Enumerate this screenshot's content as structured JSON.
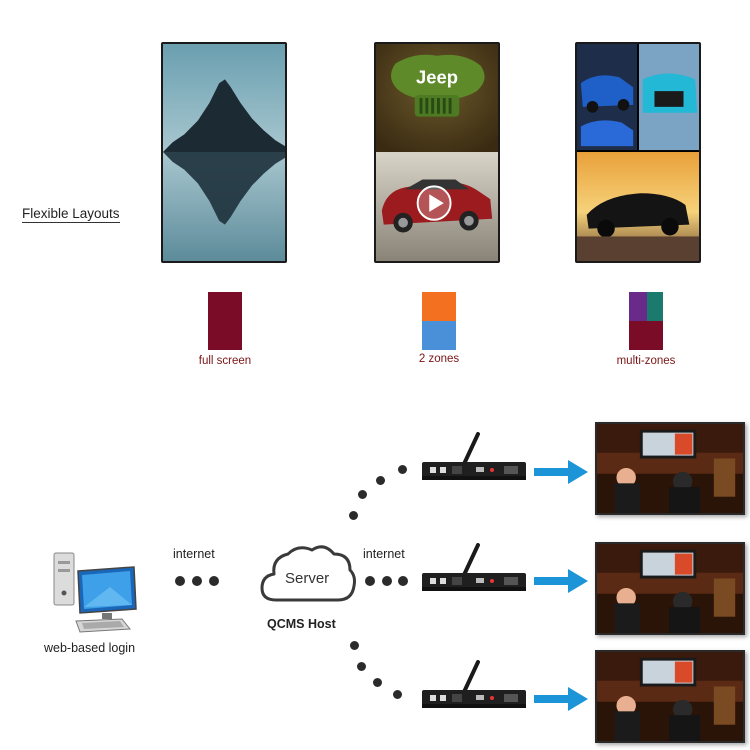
{
  "section_title": "Flexible Layouts",
  "layouts": [
    {
      "caption": "full screen"
    },
    {
      "caption": "2 zones",
      "brand_text": "Jeep"
    },
    {
      "caption": "multi-zones"
    }
  ],
  "swatch_colors": {
    "full": "#7a0c28",
    "zone_top": "#f37021",
    "zone_bottom": "#4a90d9",
    "multi_purple": "#6a2a8a",
    "multi_teal": "#1a7a6e",
    "multi_bottom": "#7a0c28"
  },
  "network": {
    "client_label": "web-based login",
    "link_label_left": "internet",
    "link_label_right": "internet",
    "server_label": "Server",
    "host_label": "QCMS Host"
  },
  "arrow_color": "#1b95d8"
}
